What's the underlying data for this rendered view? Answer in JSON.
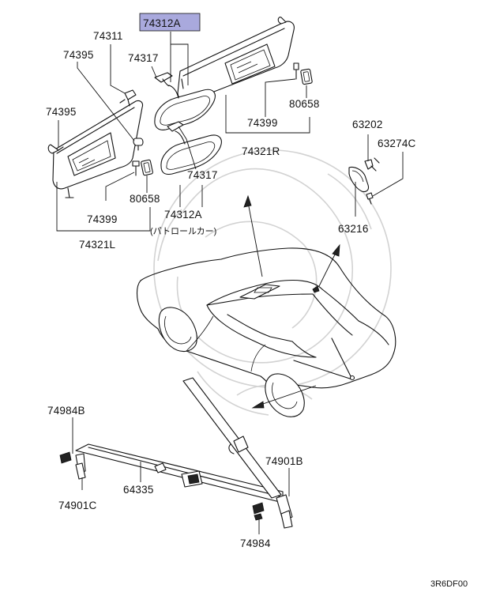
{
  "diagram": {
    "highlight_color": "#a9a9dd",
    "labels": {
      "p74312A_top": "74312A",
      "p74311": "74311",
      "p74395_a": "74395",
      "p74317_top": "74317",
      "p74395_b": "74395",
      "p80658_r": "80658",
      "p74399_r": "74399",
      "p74321R": "74321R",
      "p74317_mid": "74317",
      "p80658_l": "80658",
      "p74399_l": "74399",
      "p74312A_bot": "74312A",
      "patrol": "(パトロールカー)",
      "p74321L": "74321L",
      "p63202": "63202",
      "p63274C": "63274C",
      "p63216": "63216",
      "p74984B": "74984B",
      "p64335": "64335",
      "p74901C": "74901C",
      "p74901B": "74901B",
      "p74984": "74984",
      "code": "3R6DF00"
    }
  }
}
